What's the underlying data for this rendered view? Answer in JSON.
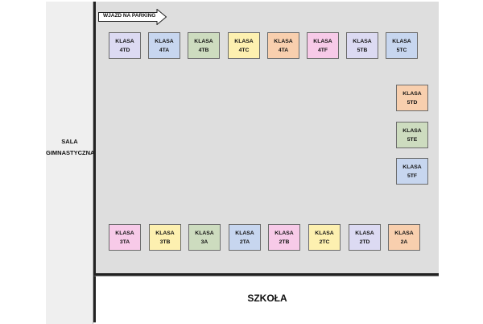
{
  "gym": {
    "line1": "SALA",
    "line2": "GIMNASTYCZNA"
  },
  "school": {
    "label": "SZKOŁA"
  },
  "entrance": {
    "label": "WJAZD NA PARKING"
  },
  "colors": {
    "lilac": "#dcdaf2",
    "blue": "#c7d6ef",
    "green": "#cddcbf",
    "yellow": "#fdf0b0",
    "orange": "#f8cfae",
    "pink": "#f7cae8",
    "lot": "#dedede"
  },
  "spots": {
    "top": [
      {
        "prefix": "KLASA",
        "code": "4TD",
        "color": "lilac"
      },
      {
        "prefix": "KLASA",
        "code": "4TA",
        "color": "blue"
      },
      {
        "prefix": "KLASA",
        "code": "4TB",
        "color": "green"
      },
      {
        "prefix": "KLASA",
        "code": "4TC",
        "color": "yellow"
      },
      {
        "prefix": "KLASA",
        "code": "4TA",
        "color": "orange"
      },
      {
        "prefix": "KLASA",
        "code": "4TF",
        "color": "pink"
      },
      {
        "prefix": "KLASA",
        "code": "5TB",
        "color": "lilac"
      },
      {
        "prefix": "KLASA",
        "code": "5TC",
        "color": "blue"
      }
    ],
    "right": [
      {
        "prefix": "KLASA",
        "code": "5TD",
        "color": "orange"
      },
      {
        "prefix": "KLASA",
        "code": "5TE",
        "color": "green"
      },
      {
        "prefix": "KLASA",
        "code": "5TF",
        "color": "blue"
      }
    ],
    "bottom": [
      {
        "prefix": "KLASA",
        "code": "3TA",
        "color": "pink"
      },
      {
        "prefix": "KLASA",
        "code": "3TB",
        "color": "yellow"
      },
      {
        "prefix": "KLASA",
        "code": "3A",
        "color": "green"
      },
      {
        "prefix": "KLASA",
        "code": "2TA",
        "color": "blue"
      },
      {
        "prefix": "KLASA",
        "code": "2TB",
        "color": "pink"
      },
      {
        "prefix": "KLASA",
        "code": "2TC",
        "color": "yellow"
      },
      {
        "prefix": "KLASA",
        "code": "2TD",
        "color": "lilac"
      },
      {
        "prefix": "KLASA",
        "code": "2A",
        "color": "orange"
      }
    ]
  }
}
